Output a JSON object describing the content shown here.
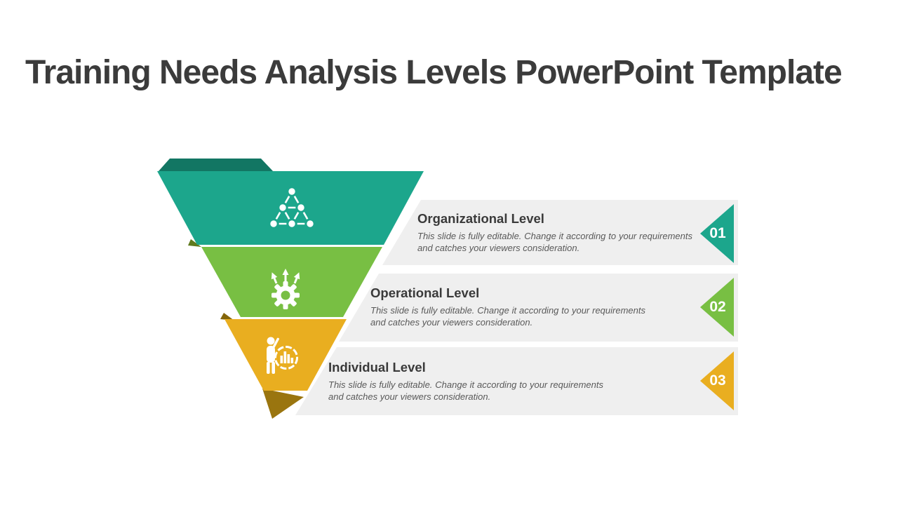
{
  "title": "Training Needs Analysis Levels PowerPoint Template",
  "background": "#FFFFFF",
  "colors": {
    "title_text": "#3B3B3B",
    "heading_text": "#3A3A3A",
    "body_text": "#595959",
    "row_bg": "#EFEFEF",
    "funnel_top_face": "#127663",
    "green_fold": "#5F7A1E",
    "gold_fold": "#84650A",
    "gold_tail": "#9A750F",
    "icon_white": "#FFFFFF"
  },
  "rows": [
    {
      "number": "01",
      "title": "Organizational Level",
      "description": "This slide is fully editable. Change it according to your requirements and catches your viewers consideration.",
      "color": "#1CA68C",
      "icon": "network-pyramid-icon"
    },
    {
      "number": "02",
      "title": "Operational Level",
      "description": "This slide is fully editable. Change it according to your requirements and catches your viewers consideration.",
      "color": "#78BF43",
      "icon": "gear-growth-arrows-icon"
    },
    {
      "number": "03",
      "title": "Individual Level",
      "description": "This slide is fully editable. Change it according to your requirements and catches your viewers consideration.",
      "color": "#E9AE20",
      "icon": "person-analytics-icon"
    }
  ]
}
